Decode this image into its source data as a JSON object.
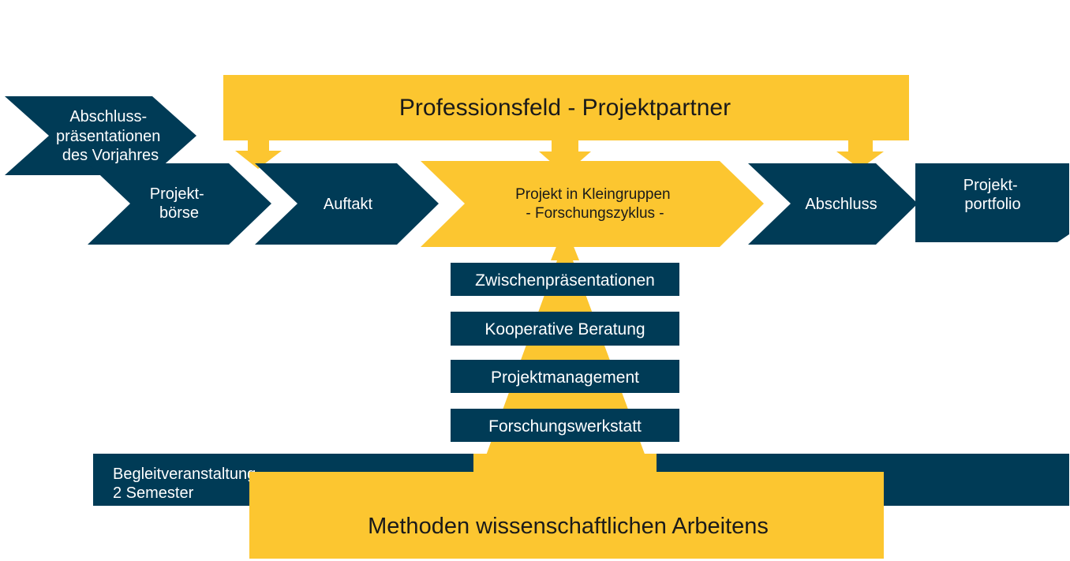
{
  "colors": {
    "navy": "#003b56",
    "gold": "#fcc630",
    "text_light": "#ffffff",
    "text_dark": "#1a1a1a"
  },
  "partner_banner": {
    "label": "Professionsfeld - Projektpartner"
  },
  "prior_presentations": {
    "lines": [
      "Abschluss-",
      "präsentationen",
      "des Vorjahres"
    ]
  },
  "process_steps": [
    {
      "lines": [
        "Projekt-",
        "börse"
      ]
    },
    {
      "lines": [
        "Auftakt"
      ]
    },
    {
      "lines": [
        "Projekt in Kleingruppen",
        "- Forschungszyklus -"
      ]
    },
    {
      "lines": [
        "Abschluss"
      ]
    },
    {
      "lines": [
        "Projekt-",
        "portfolio"
      ]
    }
  ],
  "support_modules": [
    {
      "label": "Zwischenpräsentationen"
    },
    {
      "label": "Kooperative Beratung"
    },
    {
      "label": "Projektmanagement"
    },
    {
      "label": "Forschungswerkstatt"
    }
  ],
  "companion_course": {
    "lines": [
      "Begleitveranstaltung",
      "2 Semester"
    ]
  },
  "methods_banner": {
    "label": "Methoden wissenschaftlichen Arbeitens"
  }
}
